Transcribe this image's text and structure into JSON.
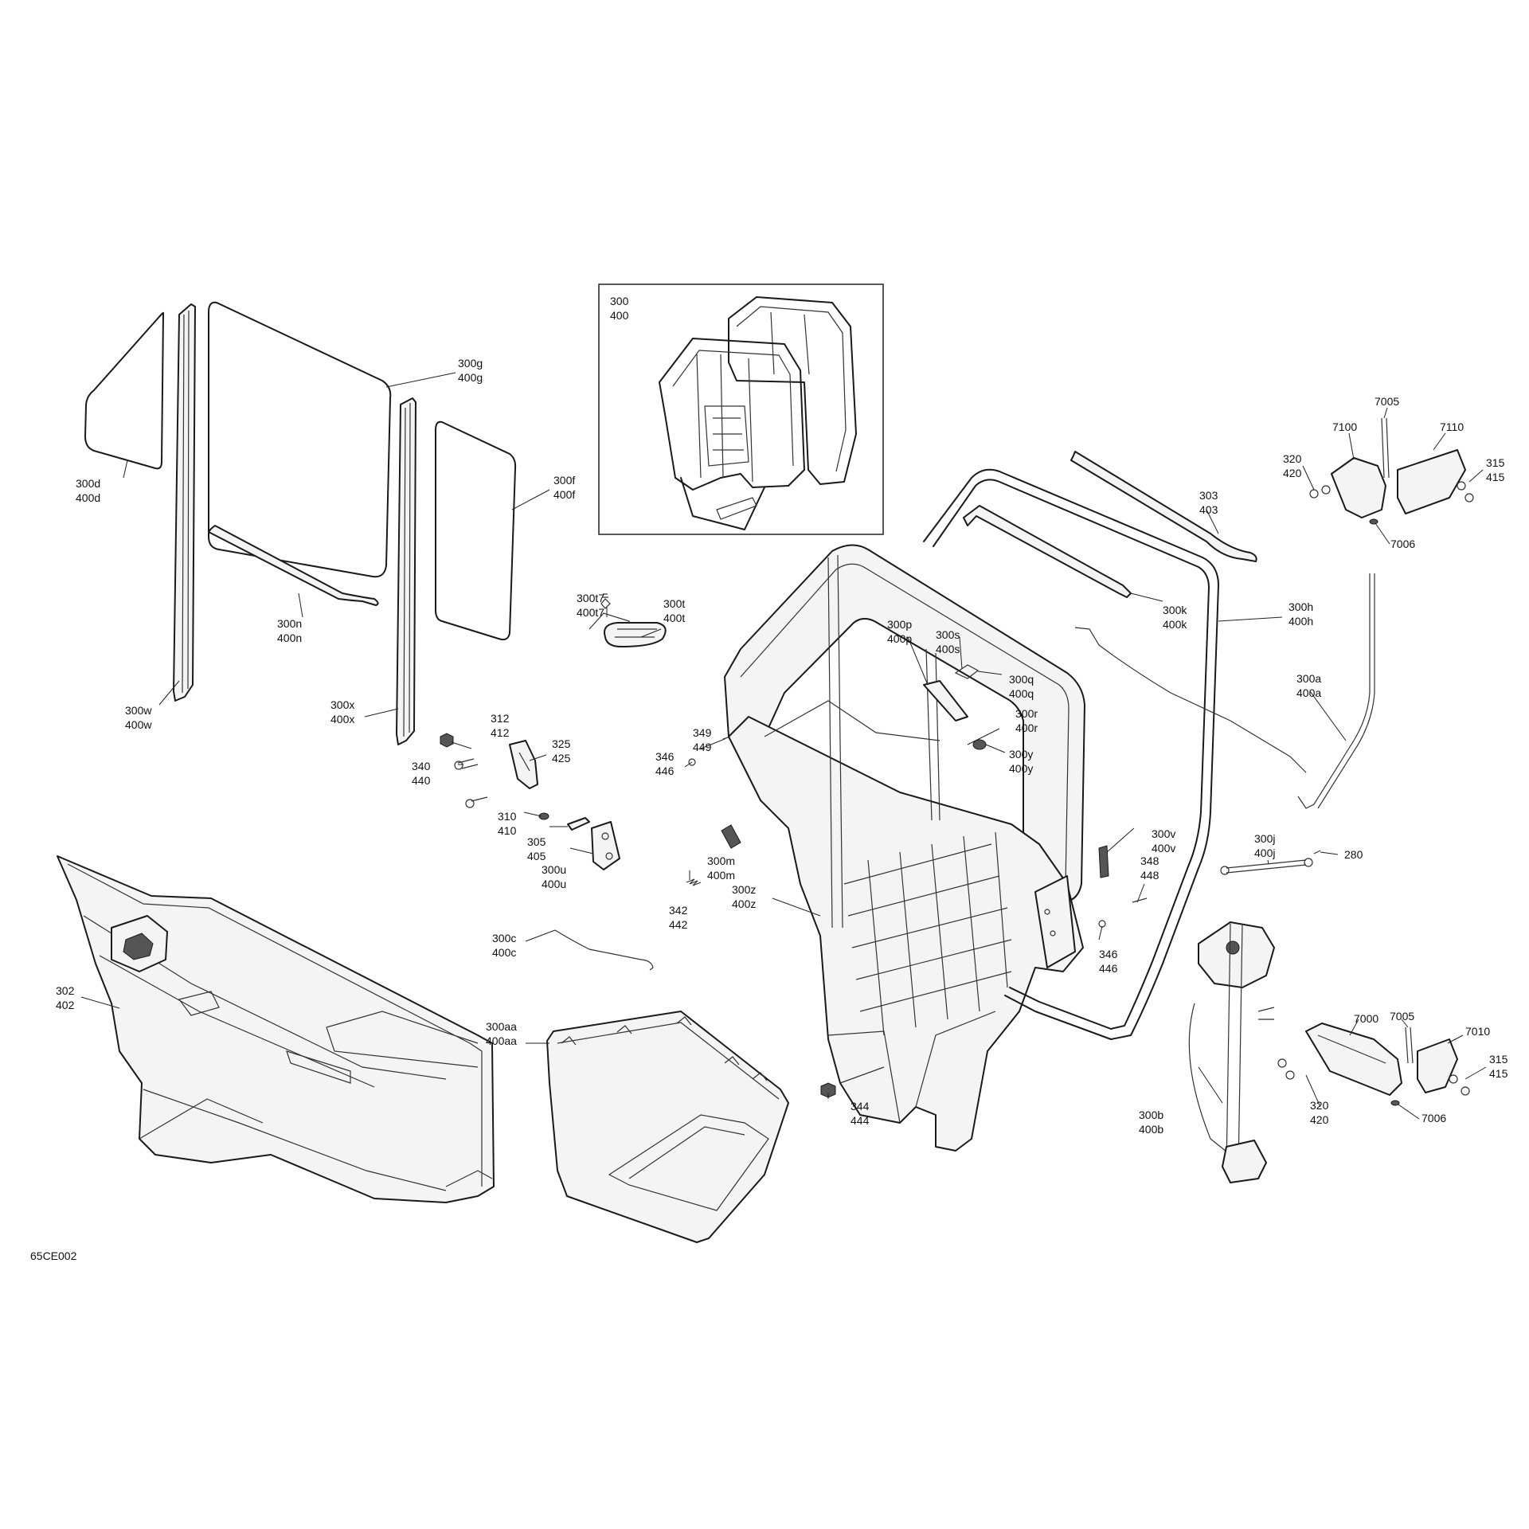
{
  "diagram_code": "65CE002",
  "inset_labels": [
    "300",
    "400"
  ],
  "callouts": [
    {
      "id": "c300g",
      "lines": [
        "300g",
        "400g"
      ]
    },
    {
      "id": "c300d",
      "lines": [
        "300d",
        "400d"
      ]
    },
    {
      "id": "c300f",
      "lines": [
        "300f",
        "400f"
      ]
    },
    {
      "id": "c300n",
      "lines": [
        "300n",
        "400n"
      ]
    },
    {
      "id": "c300w",
      "lines": [
        "300w",
        "400w"
      ]
    },
    {
      "id": "c300x",
      "lines": [
        "300x",
        "400x"
      ]
    },
    {
      "id": "c300t7",
      "lines": [
        "300t7",
        "400t7"
      ]
    },
    {
      "id": "c300t",
      "lines": [
        "300t",
        "400t"
      ]
    },
    {
      "id": "c312",
      "lines": [
        "312",
        "412"
      ]
    },
    {
      "id": "c325",
      "lines": [
        "325",
        "425"
      ]
    },
    {
      "id": "c340",
      "lines": [
        "340",
        "440"
      ]
    },
    {
      "id": "c310",
      "lines": [
        "310",
        "410"
      ]
    },
    {
      "id": "c305",
      "lines": [
        "305",
        "405"
      ]
    },
    {
      "id": "c300u",
      "lines": [
        "300u",
        "400u"
      ]
    },
    {
      "id": "c349",
      "lines": [
        "349",
        "449"
      ]
    },
    {
      "id": "c346a",
      "lines": [
        "346",
        "446"
      ]
    },
    {
      "id": "c300m",
      "lines": [
        "300m",
        "400m"
      ]
    },
    {
      "id": "c342",
      "lines": [
        "342",
        "442"
      ]
    },
    {
      "id": "c300c",
      "lines": [
        "300c",
        "400c"
      ]
    },
    {
      "id": "c302",
      "lines": [
        "302",
        "402"
      ]
    },
    {
      "id": "c300aa",
      "lines": [
        "300aa",
        "400aa"
      ]
    },
    {
      "id": "c300z",
      "lines": [
        "300z",
        "400z"
      ]
    },
    {
      "id": "c344",
      "lines": [
        "344",
        "444"
      ]
    },
    {
      "id": "c300p",
      "lines": [
        "300p",
        "400p"
      ]
    },
    {
      "id": "c300s",
      "lines": [
        "300s",
        "400s"
      ]
    },
    {
      "id": "c300q",
      "lines": [
        "300q",
        "400q"
      ]
    },
    {
      "id": "c300r",
      "lines": [
        "300r",
        "400r"
      ]
    },
    {
      "id": "c300y",
      "lines": [
        "300y",
        "400y"
      ]
    },
    {
      "id": "c300v",
      "lines": [
        "300v",
        "400v"
      ]
    },
    {
      "id": "c348",
      "lines": [
        "348",
        "448"
      ]
    },
    {
      "id": "c346b",
      "lines": [
        "346",
        "446"
      ]
    },
    {
      "id": "c303",
      "lines": [
        "303",
        "403"
      ]
    },
    {
      "id": "c300k",
      "lines": [
        "300k",
        "400k"
      ]
    },
    {
      "id": "c300h",
      "lines": [
        "300h",
        "400h"
      ]
    },
    {
      "id": "c300a",
      "lines": [
        "300a",
        "400a"
      ]
    },
    {
      "id": "c300j",
      "lines": [
        "300j",
        "400j"
      ]
    },
    {
      "id": "c280",
      "lines": [
        "280"
      ]
    },
    {
      "id": "c300b",
      "lines": [
        "300b",
        "400b"
      ]
    },
    {
      "id": "c7100",
      "lines": [
        "7100"
      ]
    },
    {
      "id": "c7005a",
      "lines": [
        "7005"
      ]
    },
    {
      "id": "c7110",
      "lines": [
        "7110"
      ]
    },
    {
      "id": "c320a",
      "lines": [
        "320",
        "420"
      ]
    },
    {
      "id": "c315a",
      "lines": [
        "315",
        "415"
      ]
    },
    {
      "id": "c7006a",
      "lines": [
        "7006"
      ]
    },
    {
      "id": "c7000",
      "lines": [
        "7000"
      ]
    },
    {
      "id": "c7005b",
      "lines": [
        "7005"
      ]
    },
    {
      "id": "c7010",
      "lines": [
        "7010"
      ]
    },
    {
      "id": "c315b",
      "lines": [
        "315",
        "415"
      ]
    },
    {
      "id": "c320b",
      "lines": [
        "320",
        "420"
      ]
    },
    {
      "id": "c7006b",
      "lines": [
        "7006"
      ]
    }
  ]
}
